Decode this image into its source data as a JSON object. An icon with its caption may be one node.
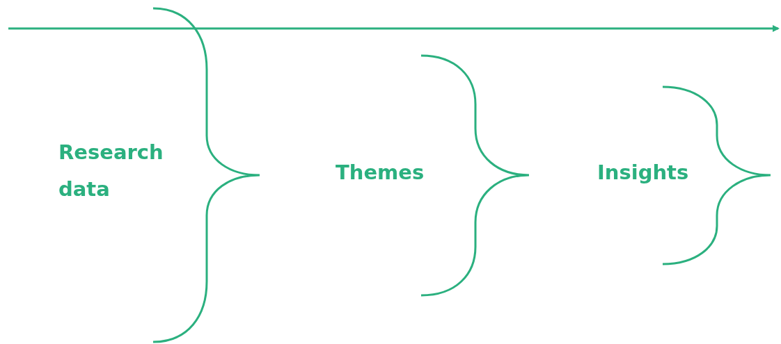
{
  "diagram": {
    "labels": [
      "Research data",
      "Themes",
      "Insights"
    ]
  }
}
